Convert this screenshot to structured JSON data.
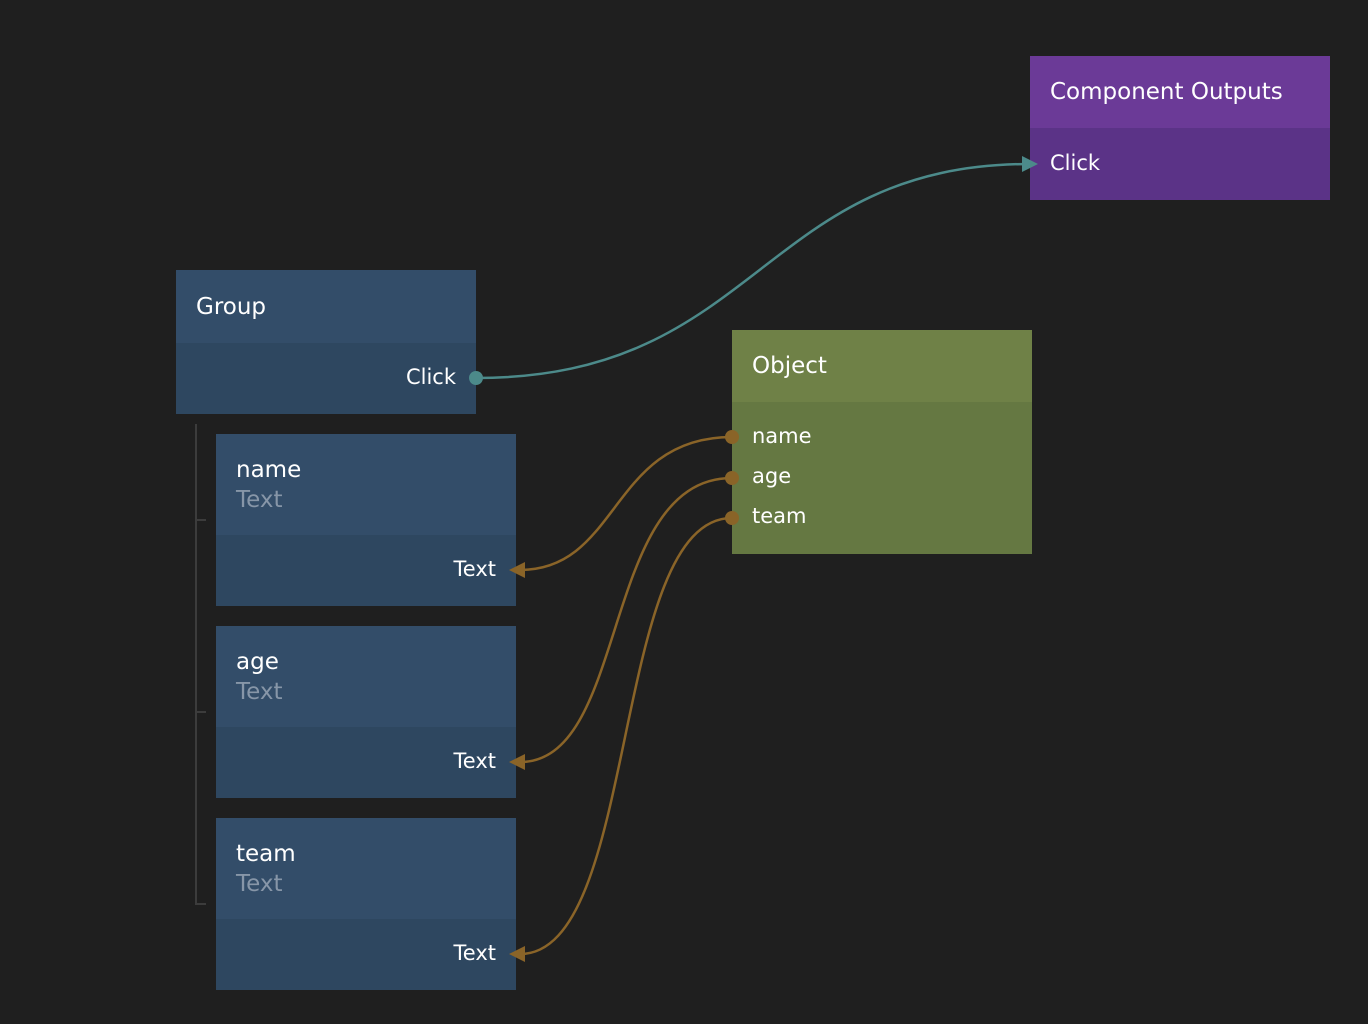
{
  "colors": {
    "background": "#1f1f1f",
    "visual_node": "#334d69",
    "data_node": "#6f8147",
    "component_node": "#6b3a97",
    "signal_wire": "#4c8a8a",
    "data_wire": "#8a6428"
  },
  "nodes": {
    "group": {
      "title": "Group",
      "outputs": [
        "Click"
      ]
    },
    "text_nodes": [
      {
        "title": "name",
        "type": "Text",
        "input": "Text"
      },
      {
        "title": "age",
        "type": "Text",
        "input": "Text"
      },
      {
        "title": "team",
        "type": "Text",
        "input": "Text"
      }
    ],
    "object": {
      "title": "Object",
      "outputs": [
        "name",
        "age",
        "team"
      ]
    },
    "component_outputs": {
      "title": "Component Outputs",
      "inputs": [
        "Click"
      ]
    }
  },
  "connections": [
    {
      "from": "Group.Click",
      "to": "Component Outputs.Click",
      "kind": "signal"
    },
    {
      "from": "Object.name",
      "to": "name.Text",
      "kind": "data"
    },
    {
      "from": "Object.age",
      "to": "age.Text",
      "kind": "data"
    },
    {
      "from": "Object.team",
      "to": "team.Text",
      "kind": "data"
    }
  ]
}
